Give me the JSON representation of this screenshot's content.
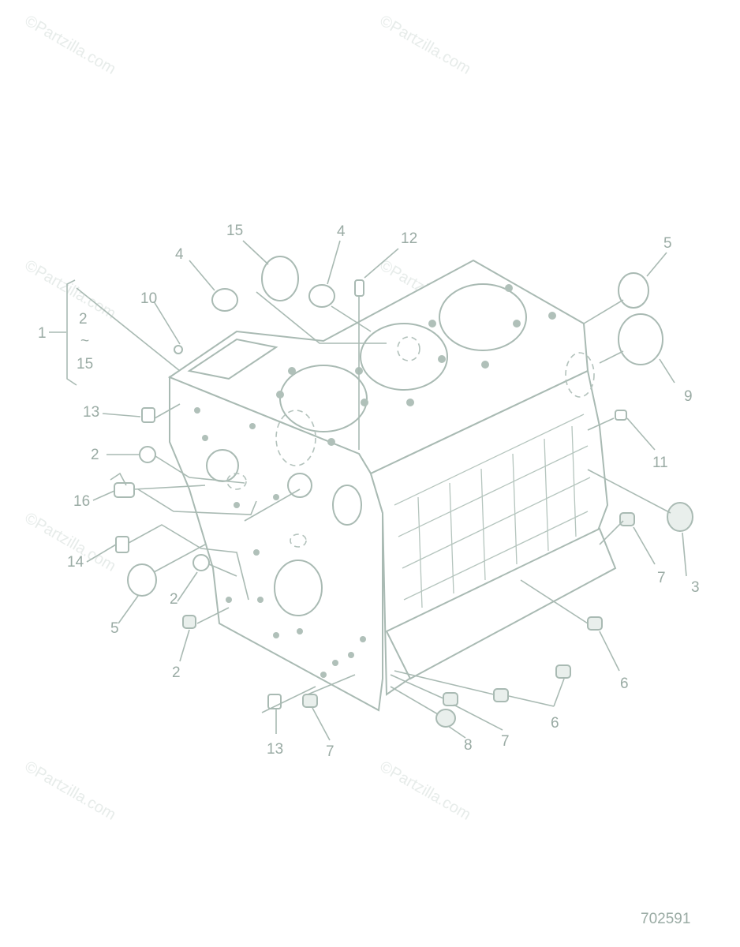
{
  "watermark": "©Partzilla.com",
  "figure_number": "702591",
  "callouts": [
    {
      "id": "c1",
      "text": "1"
    },
    {
      "id": "c2a",
      "text": "2"
    },
    {
      "id": "c2b",
      "text": "2"
    },
    {
      "id": "c2c",
      "text": "2"
    },
    {
      "id": "c2d",
      "text": "2"
    },
    {
      "id": "c3",
      "text": "3"
    },
    {
      "id": "c4a",
      "text": "4"
    },
    {
      "id": "c4b",
      "text": "4"
    },
    {
      "id": "c5a",
      "text": "5"
    },
    {
      "id": "c5b",
      "text": "5"
    },
    {
      "id": "c6a",
      "text": "6"
    },
    {
      "id": "c6b",
      "text": "6"
    },
    {
      "id": "c7a",
      "text": "7"
    },
    {
      "id": "c7b",
      "text": "7"
    },
    {
      "id": "c7c",
      "text": "7"
    },
    {
      "id": "c8",
      "text": "8"
    },
    {
      "id": "c9",
      "text": "9"
    },
    {
      "id": "c10",
      "text": "10"
    },
    {
      "id": "c11",
      "text": "11"
    },
    {
      "id": "c12",
      "text": "12"
    },
    {
      "id": "c13a",
      "text": "13"
    },
    {
      "id": "c13b",
      "text": "13"
    },
    {
      "id": "c14",
      "text": "14"
    },
    {
      "id": "c15a",
      "text": "15"
    },
    {
      "id": "c15b",
      "text": "15"
    },
    {
      "id": "c16",
      "text": "16"
    },
    {
      "id": "ctilde",
      "text": "~"
    }
  ],
  "colors": {
    "line": "#a9bab3",
    "text": "#9aaba4",
    "watermark": "#e7ecea"
  }
}
